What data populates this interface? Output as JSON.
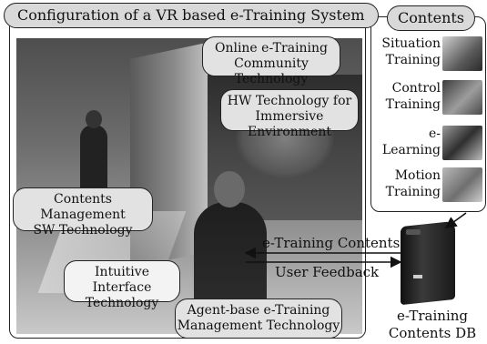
{
  "main": {
    "title": "Configuration of a VR based e-Training System",
    "callouts": {
      "online": [
        "Online e-Training",
        "Community Technology"
      ],
      "hw": [
        "HW Technology for",
        "Immersive Environment"
      ],
      "contents_mgmt": [
        "Contents Management",
        "SW Technology"
      ],
      "intuitive": [
        "Intuitive Interface",
        "Technology"
      ],
      "agent": [
        "Agent-base e-Training",
        "Management Technology"
      ]
    }
  },
  "contents": {
    "title": "Contents",
    "items": [
      {
        "label": [
          "Situation",
          "Training"
        ],
        "icon": "situation-training-photo"
      },
      {
        "label": [
          "Control",
          "Training"
        ],
        "icon": "control-training-photo"
      },
      {
        "label": [
          "e-",
          "Learning"
        ],
        "icon": "e-learning-photo"
      },
      {
        "label": [
          "Motion",
          "Training"
        ],
        "icon": "motion-training-photo"
      }
    ]
  },
  "flows": {
    "to_system": "e-Training Contents",
    "to_db": "User Feedback"
  },
  "db": {
    "label": [
      "e-Training",
      "Contents DB"
    ],
    "icon": "server-tower-icon"
  }
}
